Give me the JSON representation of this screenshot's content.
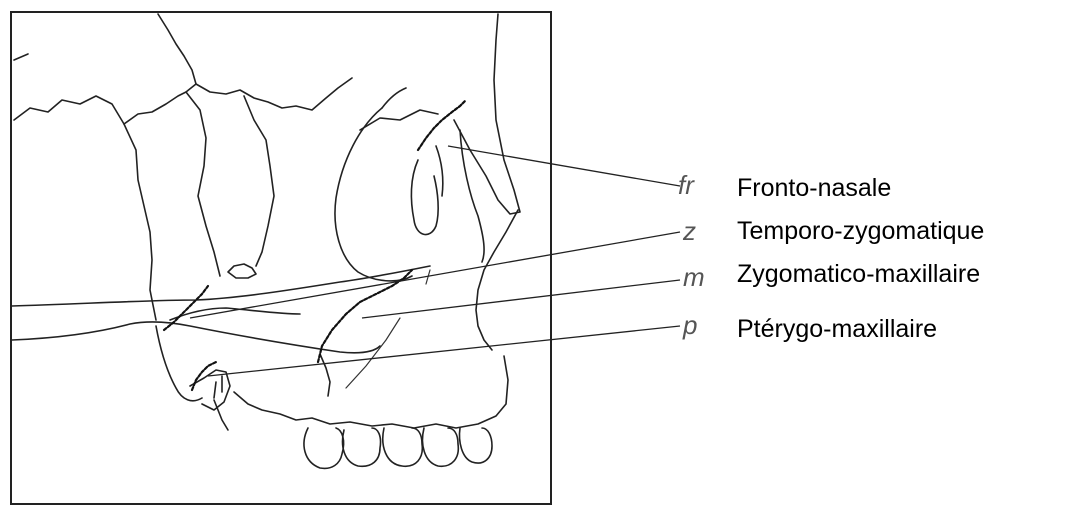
{
  "diagram": {
    "sutures": [
      {
        "abbr": "fr",
        "label": "Fronto-nasale"
      },
      {
        "abbr": "z",
        "label": "Temporo-zygomatique"
      },
      {
        "abbr": "m",
        "label": "Zygomatico-maxillaire"
      },
      {
        "abbr": "p",
        "label": "Ptérygo-maxillaire"
      }
    ]
  }
}
